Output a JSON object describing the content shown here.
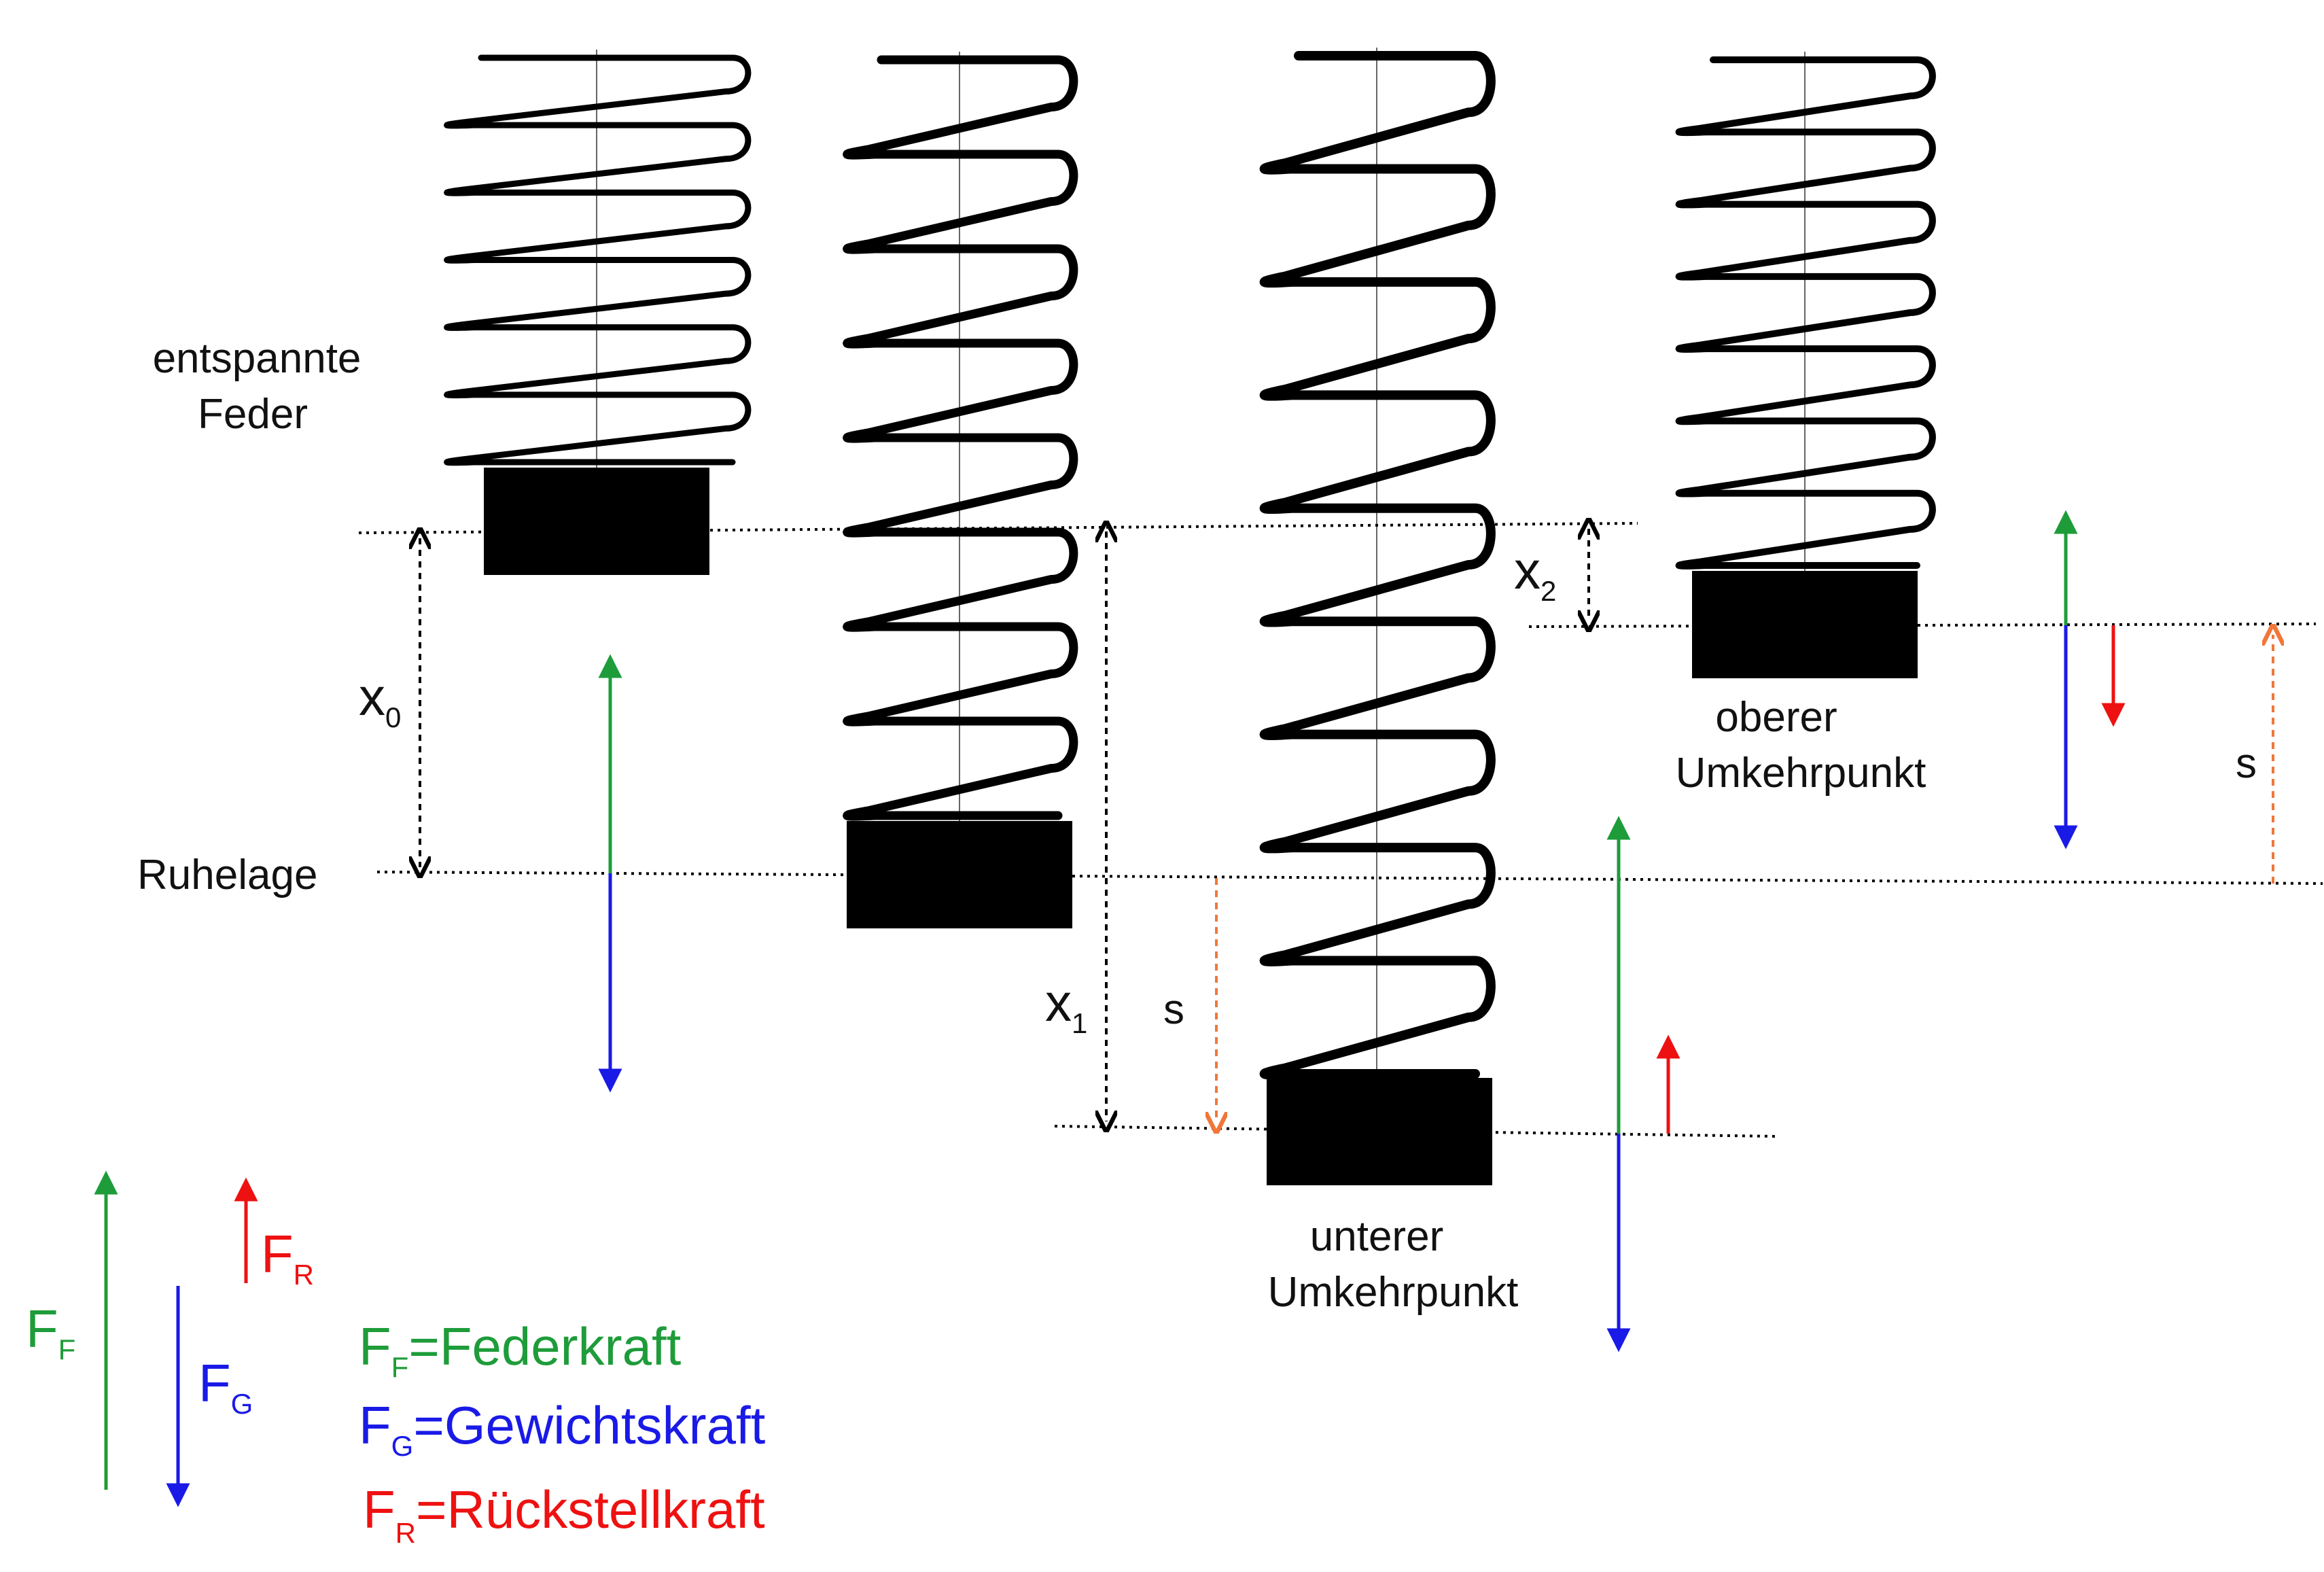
{
  "labels": {
    "relaxed_spring": [
      "entspannte",
      "Feder"
    ],
    "rest_position": "Ruhelage",
    "lower_turning_point": [
      "unterer",
      "Umkehrpunkt"
    ],
    "upper_turning_point": [
      "oberer",
      "Umkehrpunkt"
    ]
  },
  "displacements": {
    "x0": {
      "base": "x",
      "sub": "0"
    },
    "x1": {
      "base": "x",
      "sub": "1"
    },
    "x2": {
      "base": "x",
      "sub": "2"
    },
    "s": "s"
  },
  "force_symbols": {
    "spring": {
      "base": "F",
      "sub": "F"
    },
    "weight": {
      "base": "F",
      "sub": "G"
    },
    "restoring": {
      "base": "F",
      "sub": "R"
    }
  },
  "legend": [
    {
      "base": "F",
      "sub": "F",
      "text": "=Federkraft",
      "color": "#1e9c3a"
    },
    {
      "base": "F",
      "sub": "G",
      "text": "=Gewichtskraft",
      "color": "#1a1ae6"
    },
    {
      "base": "F",
      "sub": "R",
      "text": "=Rückstellkraft",
      "color": "#ee1111"
    }
  ],
  "colors": {
    "spring_force": "#1e9c3a",
    "weight_force": "#1a1ae6",
    "restoring_force": "#ee1111",
    "amplitude": "#f0773a",
    "ink": "#000000"
  }
}
